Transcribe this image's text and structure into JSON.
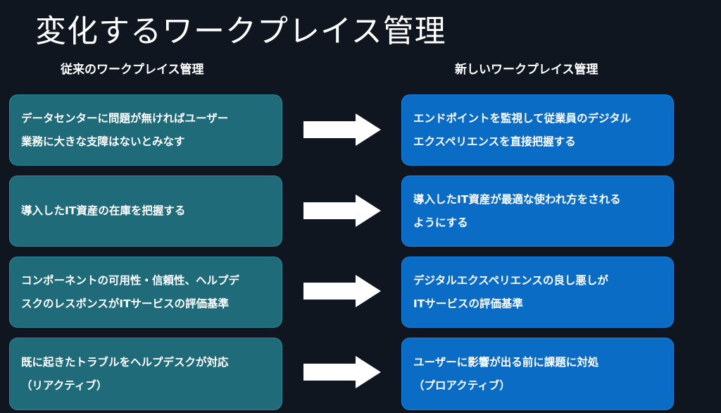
{
  "title": "変化するワークプレイス管理",
  "columns": {
    "left_heading": "従来のワークプレイス管理",
    "right_heading": "新しいワークプレイス管理"
  },
  "rows": [
    {
      "old": [
        "データセンターに問題が無ければユーザー",
        "業務に大きな支障はないとみなす"
      ],
      "new": [
        "エンドポイントを監視して従業員のデジタル",
        "エクスペリエンスを直接把握する"
      ]
    },
    {
      "old": [
        "導入したIT資産の在庫を把握する"
      ],
      "new": [
        "導入したIT資産が最適な使われ方をされる",
        "ようにする"
      ]
    },
    {
      "old": [
        "コンポーネントの可用性・信頼性、ヘルプデ",
        "スクのレスポンスがITサービスの評価基準"
      ],
      "new": [
        "デジタルエクスペリエンスの良し悪しが",
        "ITサービスの評価基準"
      ]
    },
    {
      "old": [
        "既に起きたトラブルをヘルプデスクが対応",
        "（リアクティブ）"
      ],
      "new": [
        "ユーザーに影響が出る前に課題に対処",
        "（プロアクティブ）"
      ]
    }
  ],
  "icons": {
    "arrow": "right-arrow-icon"
  },
  "colors": {
    "background": "#0f1620",
    "old_card": "#1f6b7a",
    "new_card": "#0a6cc5",
    "arrow": "#ffffff"
  }
}
